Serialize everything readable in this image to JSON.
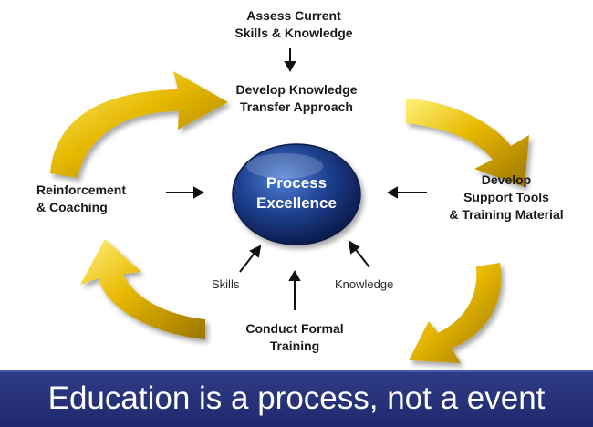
{
  "center": {
    "label": "Process\nExcellence"
  },
  "steps": {
    "assess": "Assess Current\nSkills & Knowledge",
    "develop_approach": "Develop Knowledge\nTransfer Approach",
    "develop_tools": "Develop\nSupport Tools\n& Training Material",
    "conduct_training": "Conduct Formal\nTraining",
    "reinforcement": "Reinforcement\n& Coaching"
  },
  "inputs": {
    "skills": "Skills",
    "knowledge": "Knowledge"
  },
  "banner": {
    "text": "Education is a process, not a event"
  },
  "colors": {
    "arrow_gold": "#e0b400",
    "center_blue": "#1f3f8f",
    "banner_blue": "#26327a"
  }
}
